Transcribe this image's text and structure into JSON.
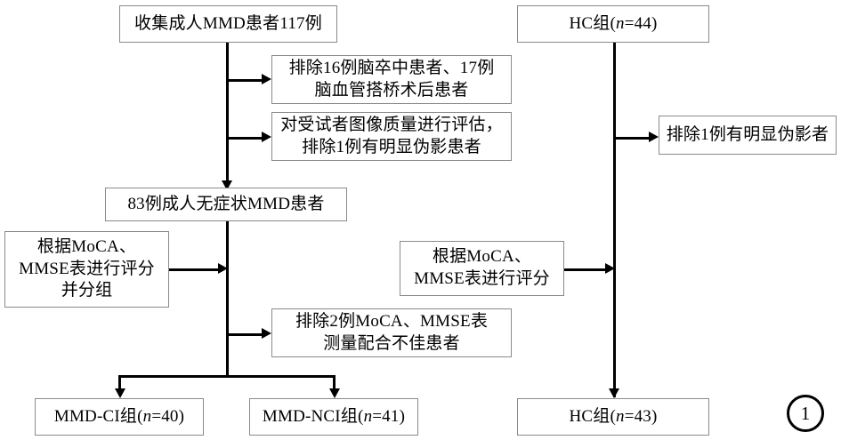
{
  "figure": {
    "number": "1",
    "type": "flowchart",
    "language": "zh-CN"
  },
  "nodes": {
    "enroll_mmd": {
      "label": "收集成人MMD患者117例"
    },
    "exclude_stroke_bypass": {
      "label": "排除16例脑卒中患者、17例\n脑血管搭桥术后患者"
    },
    "image_quality": {
      "label": "对受试者图像质量进行评估，\n排除1例有明显伪影患者"
    },
    "asymptomatic_mmd": {
      "label": "83例成人无症状MMD患者"
    },
    "moca_mmse_group": {
      "label": "根据MoCA、\nMMSE表进行评分\n并分组"
    },
    "exclude_moca_mmse": {
      "label": "排除2例MoCA、MMSE表\n测量配合不佳患者"
    },
    "mmd_ci": {
      "label": "MMD-CI组(",
      "italic": "n",
      "label_tail": "=40)"
    },
    "mmd_nci": {
      "label": "MMD-NCI组(",
      "italic": "n",
      "label_tail": "=41)"
    },
    "hc_enroll": {
      "label": "HC组(",
      "italic": "n",
      "label_tail": "=44)"
    },
    "hc_exclude_artifact": {
      "label": "排除1例有明显伪影者"
    },
    "hc_moca_mmse": {
      "label": "根据MoCA、\nMMSE表进行评分"
    },
    "hc_final": {
      "label": "HC组(",
      "italic": "n",
      "label_tail": "=43)"
    }
  },
  "colors": {
    "box_border": "#8a8a8a",
    "connector": "#000000",
    "background": "#ffffff",
    "text": "#000000"
  }
}
